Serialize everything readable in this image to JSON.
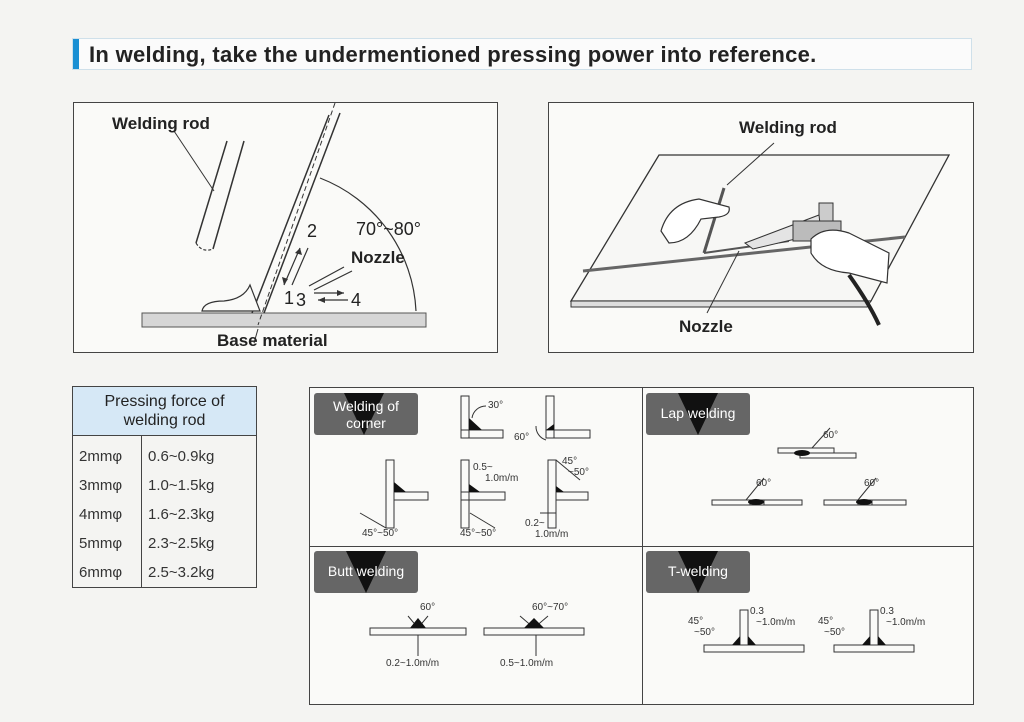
{
  "heading": "In welding, take the undermentioned pressing power into reference.",
  "diagram_left": {
    "welding_rod": "Welding rod",
    "angle": "70°~80°",
    "nozzle": "Nozzle",
    "base_material": "Base material",
    "num1": "1",
    "num2": "2",
    "num3": "3",
    "num4": "4"
  },
  "diagram_right": {
    "welding_rod": "Welding rod",
    "nozzle": "Nozzle"
  },
  "pressing_table": {
    "header": [
      "Pressing force of",
      "welding rod"
    ],
    "rows": [
      {
        "size": "2mmφ",
        "force": "0.6~0.9kg"
      },
      {
        "size": "3mmφ",
        "force": "1.0~1.5kg"
      },
      {
        "size": "4mmφ",
        "force": "1.6~2.3kg"
      },
      {
        "size": "5mmφ",
        "force": "2.3~2.5kg"
      },
      {
        "size": "6mmφ",
        "force": "2.5~3.2kg"
      }
    ]
  },
  "sections": {
    "corner": {
      "label_line1": "Welding of",
      "label_line2": "corner",
      "a30": "30°",
      "a60": "60°",
      "a4550_1": "45°~50°",
      "a4550_2": "45°~50°",
      "gap1_l1": "0.5~",
      "gap1_l2": "1.0m/m",
      "a4550_3_l1": "45°",
      "a4550_3_l2": "~50°",
      "gap2_l1": "0.2~",
      "gap2_l2": "1.0m/m"
    },
    "lap": {
      "label": "Lap welding",
      "a1": "60°",
      "a2": "60°",
      "a3": "60°"
    },
    "butt": {
      "label": "Butt welding",
      "a1": "60°",
      "a2": "60°~70°",
      "gap1": "0.2~1.0m/m",
      "gap2": "0.5~1.0m/m"
    },
    "tee": {
      "label": "T-welding",
      "a1_l1": "45°",
      "a1_l2": "~50°",
      "g1_l1": "0.3",
      "g1_l2": "~1.0m/m",
      "a2_l1": "45°",
      "a2_l2": "~50°",
      "g2_l1": "0.3",
      "g2_l2": "~1.0m/m"
    }
  }
}
